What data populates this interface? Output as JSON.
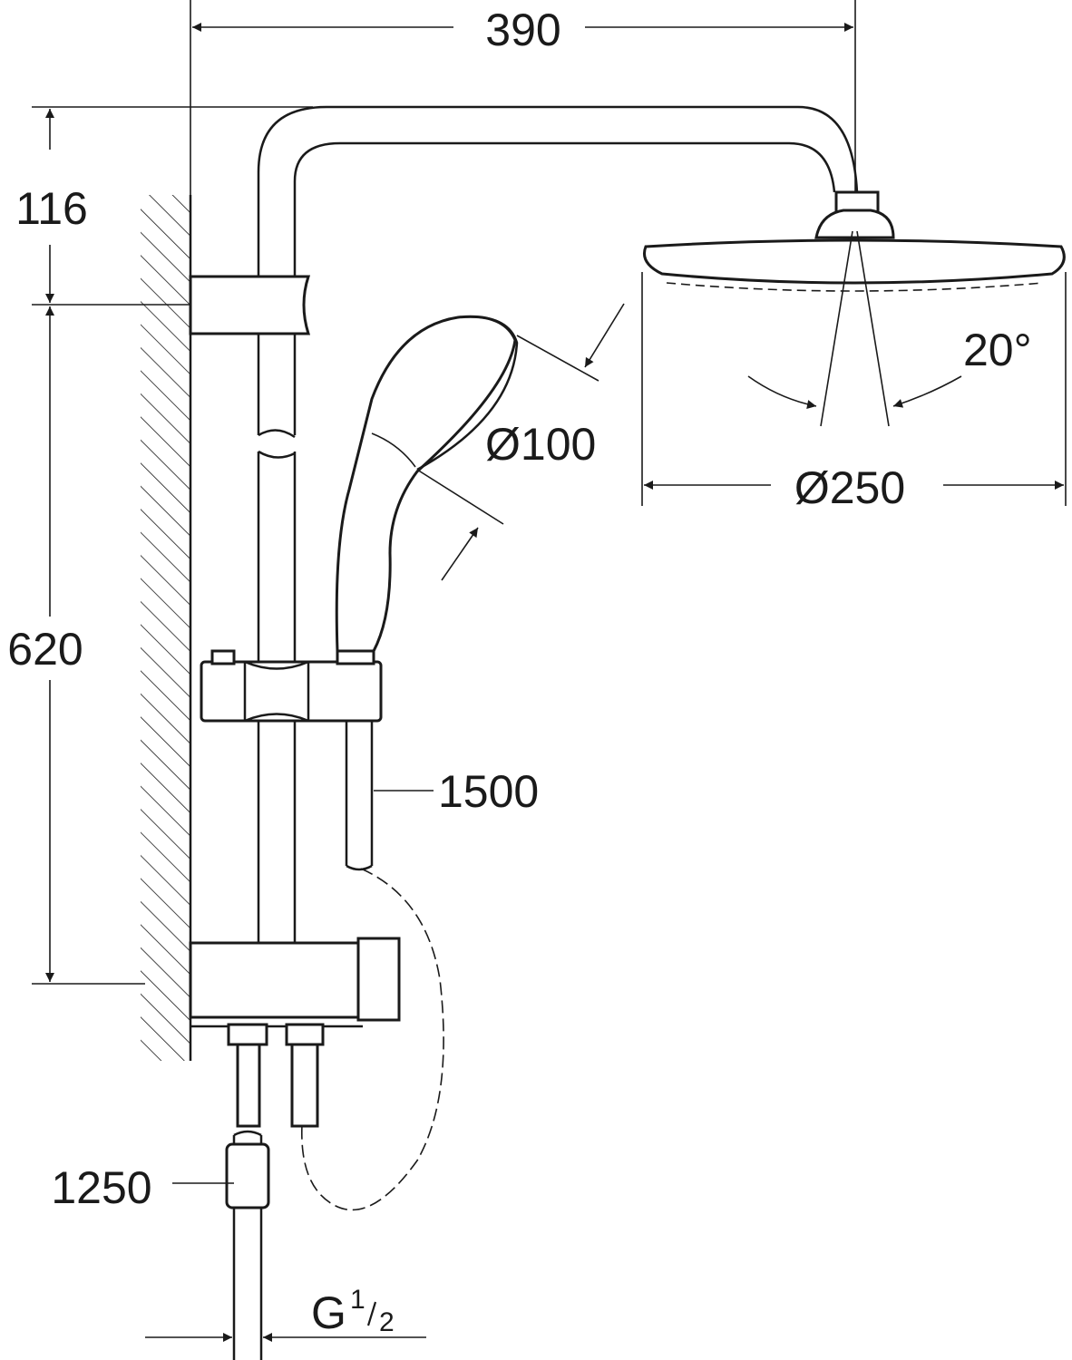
{
  "title": "Shower system dimension drawing",
  "colors": {
    "line": "#1a1a1a",
    "background": "#ffffff"
  },
  "dimensions": {
    "overall_width": "390",
    "arm_height": "116",
    "rail_height": "620",
    "hand_shower_diameter": "Ø100",
    "head_shower_diameter": "Ø250",
    "spray_angle": "20°",
    "shower_hose_length": "1500",
    "supply_hose_length": "1250",
    "thread_prefix": "G",
    "thread_num": "1",
    "thread_den": "2"
  }
}
